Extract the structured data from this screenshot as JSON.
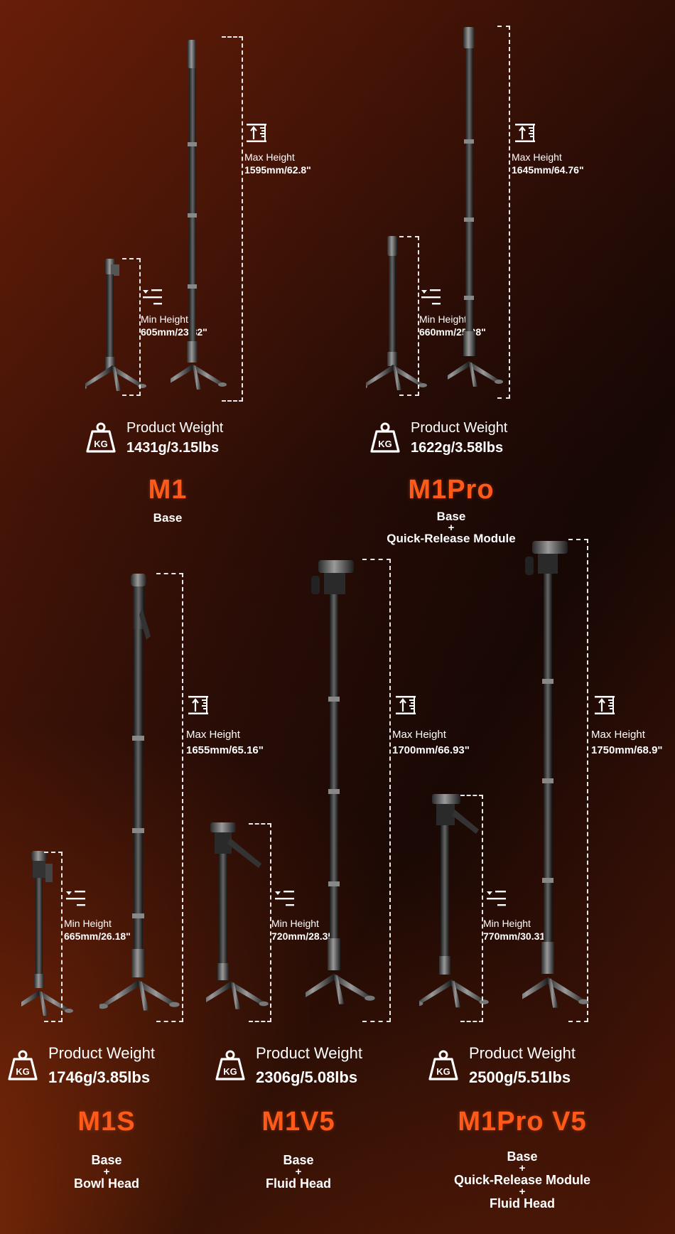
{
  "labels": {
    "max_height": "Max Height",
    "min_height": "Min Height",
    "product_weight": "Product Weight",
    "plus": "+"
  },
  "icons": {
    "height": "height-ruler-icon",
    "weight": "kg-weight-icon"
  },
  "colors": {
    "accent": "#ff5a1a",
    "text": "#ffffff",
    "dash": "#e8e8e8"
  },
  "products": [
    {
      "model": "M1",
      "min_height": "605mm/23.82\"",
      "max_height": "1595mm/62.8\"",
      "weight": "1431g/3.15lbs",
      "components": [
        "Base"
      ]
    },
    {
      "model": "M1Pro",
      "min_height": "660mm/25.98\"",
      "max_height": "1645mm/64.76\"",
      "weight": "1622g/3.58lbs",
      "components": [
        "Base",
        "Quick-Release Module"
      ]
    },
    {
      "model": "M1S",
      "min_height": "665mm/26.18\"",
      "max_height": "1655mm/65.16\"",
      "weight": "1746g/3.85lbs",
      "components": [
        "Base",
        "Bowl Head"
      ]
    },
    {
      "model": "M1V5",
      "min_height": "720mm/28.35\"",
      "max_height": "1700mm/66.93\"",
      "weight": "2306g/5.08lbs",
      "components": [
        "Base",
        "Fluid Head"
      ]
    },
    {
      "model": "M1Pro V5",
      "min_height": "770mm/30.31\"",
      "max_height": "1750mm/68.9\"",
      "weight": "2500g/5.51lbs",
      "components": [
        "Base",
        "Quick-Release Module",
        "Fluid Head"
      ]
    }
  ]
}
